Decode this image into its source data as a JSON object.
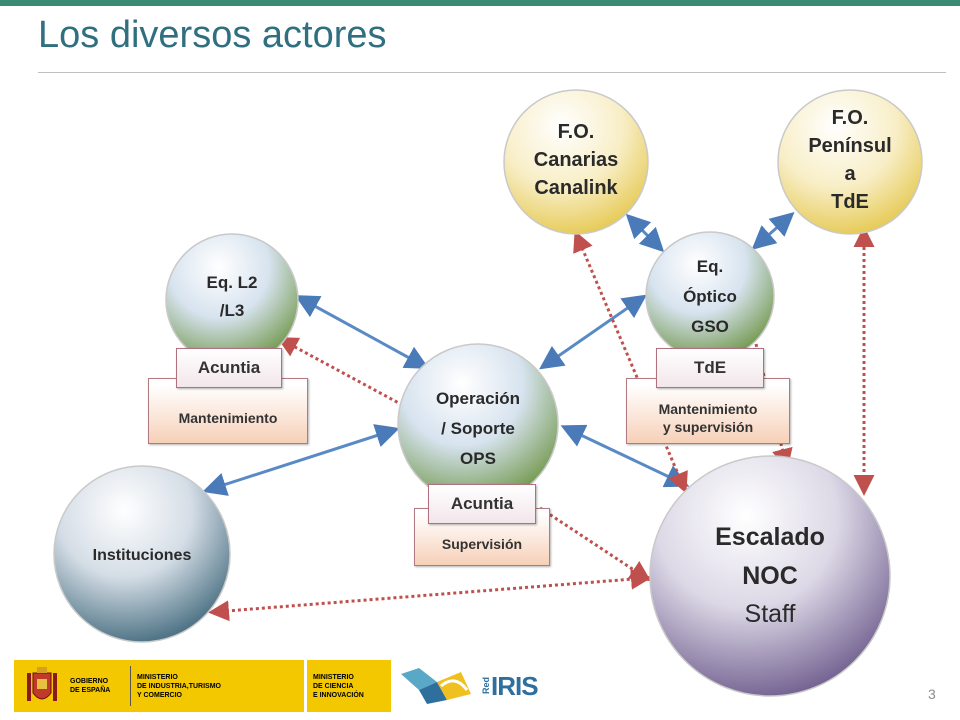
{
  "title": "Los diversos actores",
  "page_number": "3",
  "nodes": {
    "fo_canarias": [
      "F.O.",
      "Canarias",
      "Canalink"
    ],
    "fo_peninsula": [
      "F.O.",
      "Penínsul",
      "a",
      "TdE"
    ],
    "eq_l2": [
      "Eq. L2",
      "/L3"
    ],
    "eq_optico": [
      "Eq.",
      "Óptico",
      "GSO"
    ],
    "operacion": [
      "Operación",
      "/ Soporte",
      "OPS"
    ],
    "instituciones": [
      "Instituciones"
    ],
    "escalado": [
      "Escalado",
      "NOC",
      "Staff"
    ]
  },
  "boxes": {
    "mantenimiento_left": "Mantenimiento",
    "acuntia_left": "Acuntia",
    "mantenimiento_right_1": "Mantenimiento",
    "mantenimiento_right_2": "y supervisión",
    "tde_tag": "TdE",
    "supervision": "Supervisión",
    "acuntia_center": "Acuntia"
  },
  "footer": {
    "gov_1": "GOBIERNO",
    "gov_2": "DE ESPAÑA",
    "min1_1": "MINISTERIO",
    "min1_2": "DE INDUSTRIA,TURISMO",
    "min1_3": "Y COMERCIO",
    "min2_1": "MINISTERIO",
    "min2_2": "DE CIENCIA",
    "min2_3": "E INNOVACIÓN",
    "rediris_red": "Red",
    "rediris_iris": "IRIS"
  },
  "colors": {
    "title": "#2f6f7f",
    "solid_arrow": "#5a8ac6",
    "dotted_arrow": "#c0504d",
    "green_node": "#6b9a3a",
    "yellow_node": "#e8d060",
    "purple_node": "#5e4a80",
    "teal_node": "#2e5a6e"
  }
}
